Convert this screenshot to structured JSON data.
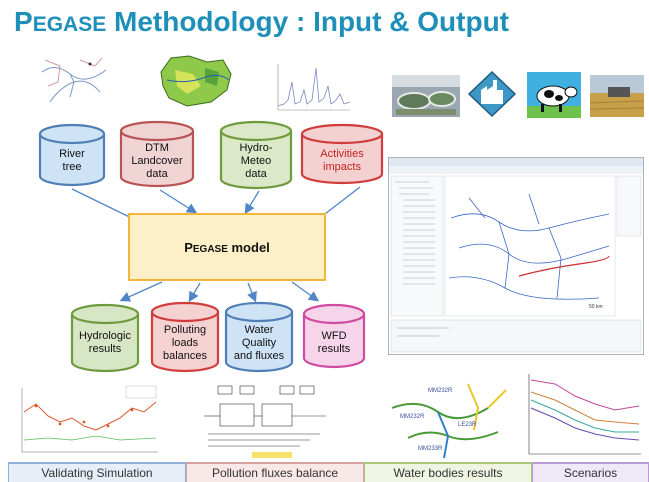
{
  "title": {
    "cap1": "P",
    "small1": "EGASE",
    "rest": " Methodology : Input & Output"
  },
  "inputs": [
    {
      "id": "river",
      "lines": [
        "River",
        "tree"
      ],
      "fill": "#cfe3f6",
      "stroke": "#4f7fb6",
      "text_color": "#111111"
    },
    {
      "id": "dtm",
      "lines": [
        "DTM",
        "Landcover",
        "data"
      ],
      "fill": "#f0d3d3",
      "stroke": "#b95454",
      "text_color": "#111111"
    },
    {
      "id": "hydro",
      "lines": [
        "Hydro-",
        "Meteo",
        "data"
      ],
      "fill": "#dce9c9",
      "stroke": "#6f9b3f",
      "text_color": "#111111"
    },
    {
      "id": "activities",
      "lines": [
        "Activities",
        "impacts"
      ],
      "fill": "#f3d1d1",
      "stroke": "#d23c3c",
      "text_color": "#c62020"
    }
  ],
  "model": {
    "cap": "P",
    "small": "EGASE",
    "rest": " model",
    "fill": "#fdf0c8",
    "stroke": "#f2b73a"
  },
  "outputs": [
    {
      "id": "hydrologic",
      "lines": [
        "Hydrologic",
        "results"
      ],
      "fill": "#d7e6c4",
      "stroke": "#6f9b3f"
    },
    {
      "id": "polluting",
      "lines": [
        "Polluting",
        "loads",
        "balances"
      ],
      "fill": "#f5d2d2",
      "stroke": "#d23c3c"
    },
    {
      "id": "water",
      "lines": [
        "Water",
        "Quality",
        "and fluxes"
      ],
      "fill": "#cfe3f6",
      "stroke": "#4f7fb6"
    },
    {
      "id": "wfd",
      "lines": [
        "WFD",
        "results"
      ],
      "fill": "#f6d5ea",
      "stroke": "#d04ca0"
    }
  ],
  "bottom_tabs": [
    {
      "label": "Validating Simulation",
      "color": "#8fb0d8",
      "bg": "#e7eef8"
    },
    {
      "label": "Pollution fluxes balance",
      "color": "#d9a0a0",
      "bg": "#f8e8e8"
    },
    {
      "label": "Water bodies results",
      "color": "#a9c77a",
      "bg": "#eef5e2"
    },
    {
      "label": "Scenarios",
      "color": "#b79bd3",
      "bg": "#efe8f6"
    }
  ],
  "colors": {
    "title": "#1e8fb8",
    "arrow": "#4f86c6"
  },
  "icons": [
    "treatment-plant-icon",
    "factory-icon",
    "cow-icon",
    "wheat-field-icon"
  ],
  "window_labels": {
    "scale": "50 km"
  }
}
